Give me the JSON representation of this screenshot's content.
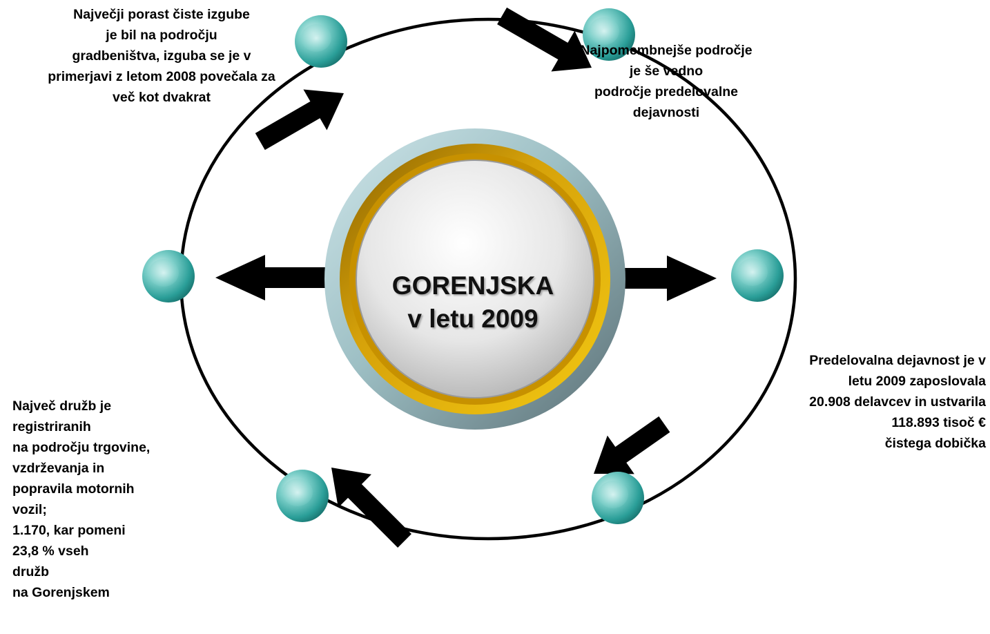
{
  "center": {
    "line1": "GORENJSKA",
    "line2": "v letu 2009"
  },
  "texts": {
    "top_left": [
      "Največji porast čiste izgube",
      "je bil na področju",
      "gradbeništva, izguba se je v",
      "primerjavi z letom 2008 povečala za",
      "več kot dvakrat"
    ],
    "top_right": [
      "Najpomembnejše področje",
      "je še vedno",
      "področje predelovalne",
      "dejavnosti"
    ],
    "right": [
      "Predelovalna dejavnost je v",
      "letu 2009 zaposlovala",
      "20.908 delavcev in ustvarila",
      "118.893 tisoč €",
      "čistega dobička"
    ],
    "bottom_left": [
      "Največ družb je",
      "registriranih",
      "na področju trgovine,",
      "vzdrževanja in",
      "popravila motornih",
      "vozil;",
      "1.170, kar pomeni",
      "23,8 % vseh",
      "družb",
      "na Gorenjskem"
    ]
  },
  "colors": {
    "ring": "#000000",
    "arrow": "#000000",
    "node": "#2a9e98",
    "node_highlight": "#bfe9e6",
    "center_outer": "#8fb8bc",
    "center_gold": "#e3b20a",
    "center_inner": "#d9d9d9"
  }
}
